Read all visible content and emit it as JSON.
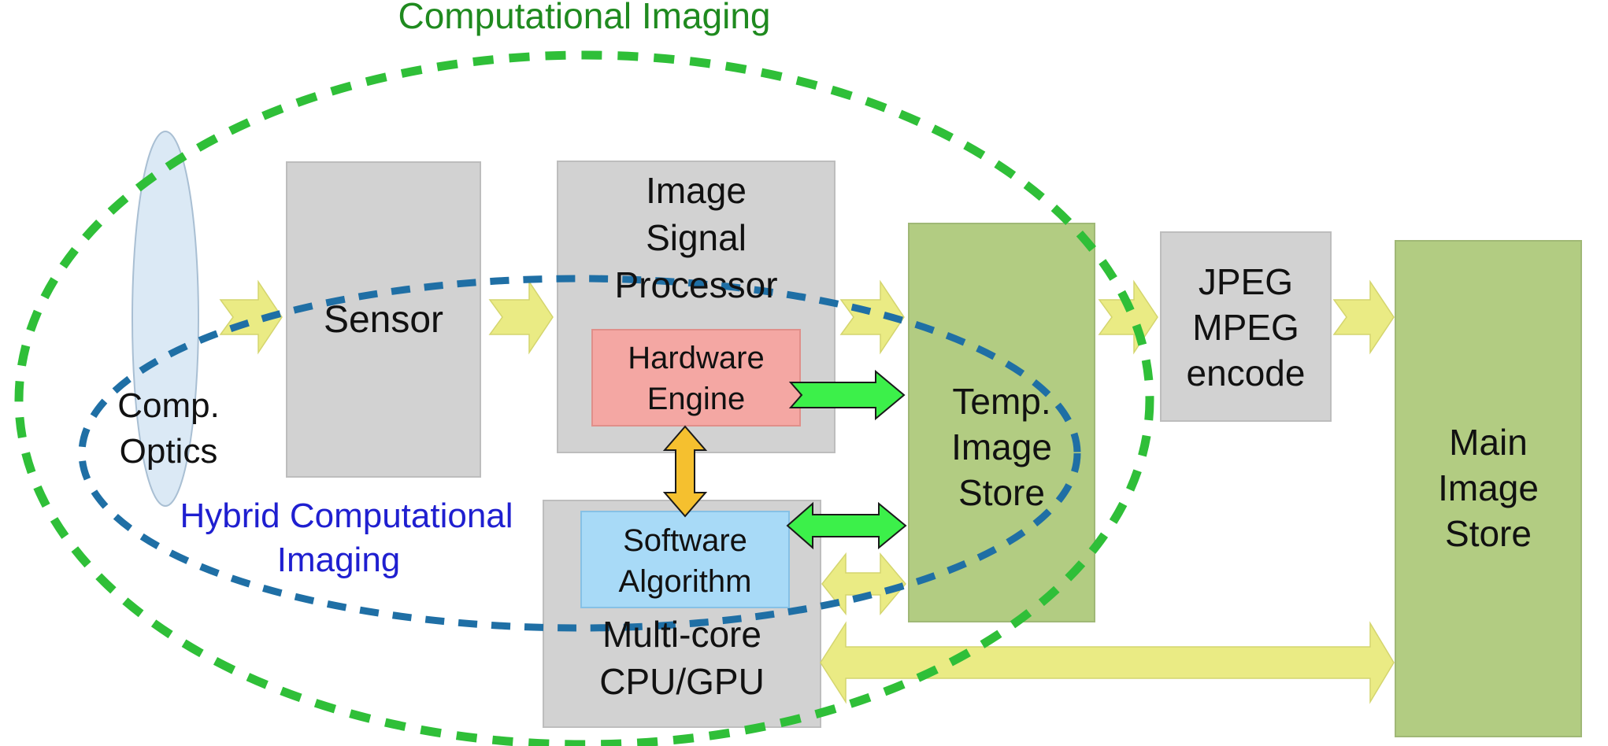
{
  "titles": {
    "computational_imaging": "Computational Imaging",
    "hybrid_line1": "Hybrid Computational",
    "hybrid_line2": "Imaging"
  },
  "blocks": {
    "optics": {
      "line1": "Comp.",
      "line2": "Optics"
    },
    "sensor": {
      "line1": "Sensor"
    },
    "isp": {
      "line1": "Image",
      "line2": "Signal",
      "line3": "Processor"
    },
    "hardware_engine": {
      "line1": "Hardware",
      "line2": "Engine"
    },
    "software_algorithm": {
      "line1": "Software",
      "line2": "Algorithm"
    },
    "cpu_gpu": {
      "line1": "Multi-core",
      "line2": "CPU/GPU"
    },
    "temp_store": {
      "line1": "Temp.",
      "line2": "Image",
      "line3": "Store"
    },
    "encoder": {
      "line1": "JPEG",
      "line2": "MPEG",
      "line3": "encode"
    },
    "main_store": {
      "line1": "Main",
      "line2": "Image",
      "line3": "Store"
    }
  },
  "colors": {
    "gray_block": "#d2d2d2",
    "green_block": "#b2cc82",
    "hardware_red": "#f4a7a3",
    "software_blue": "#a8daf7",
    "lens": "#dbe9f5",
    "flow_arrow": "#eaeb84",
    "green_arrow": "#3cf04a",
    "orange_arrow": "#f5c02f",
    "comp_imaging_dash": "#2fbf38",
    "hybrid_dash": "#1f6fa5",
    "comp_imaging_text": "#1f8a1f",
    "hybrid_text": "#1f1fd0"
  }
}
